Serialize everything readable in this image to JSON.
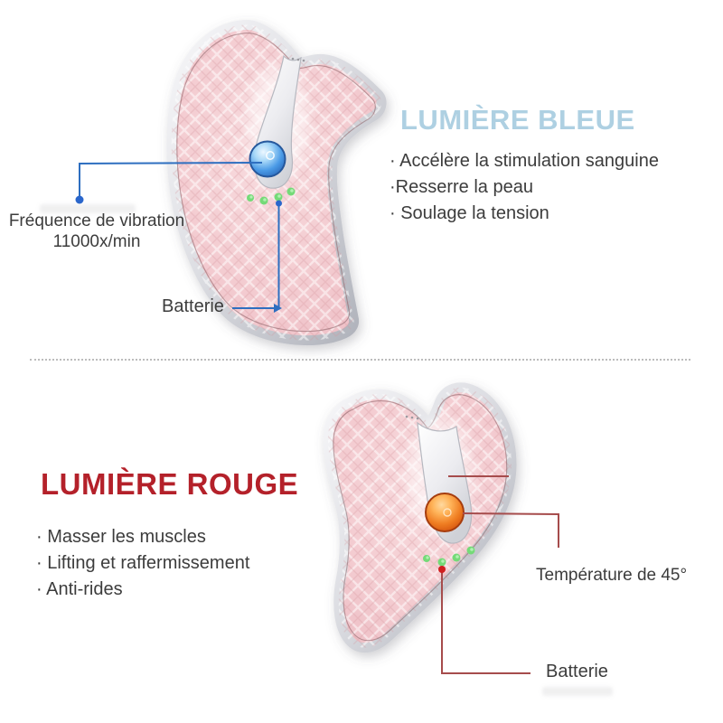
{
  "colors": {
    "blue_title": "#aed0e2",
    "red_title": "#b4212a",
    "body_text": "#3c3c3c",
    "blue_line": "#2e6fc0",
    "blue_dot": "#2a66cc",
    "red_line": "#a64c4c",
    "red_dot": "#d01f1f",
    "divider": "#bcbcbc",
    "device_pink": "#f3cbd0",
    "rim_silver": "#c9cbd2",
    "green_led": "#74da78",
    "blue_led": "#3f8fd9",
    "orange_led": "#e8741f"
  },
  "sections": {
    "blue": {
      "title": "LUMIÈRE BLEUE",
      "bullets": [
        "· Accélère la stimulation sanguine",
        "·Resserre la peau",
        "· Soulage la tension"
      ],
      "callouts": {
        "frequency_line1": "Fréquence de vibration",
        "frequency_line2": "11000x/min",
        "battery": "Batterie"
      }
    },
    "red": {
      "title": "LUMIÈRE ROUGE",
      "bullets": [
        "· Masser les muscles",
        "· Lifting et raffermissement",
        "· Anti-rides"
      ],
      "callouts": {
        "temperature": "Température de 45°",
        "battery": "Batterie"
      }
    }
  }
}
